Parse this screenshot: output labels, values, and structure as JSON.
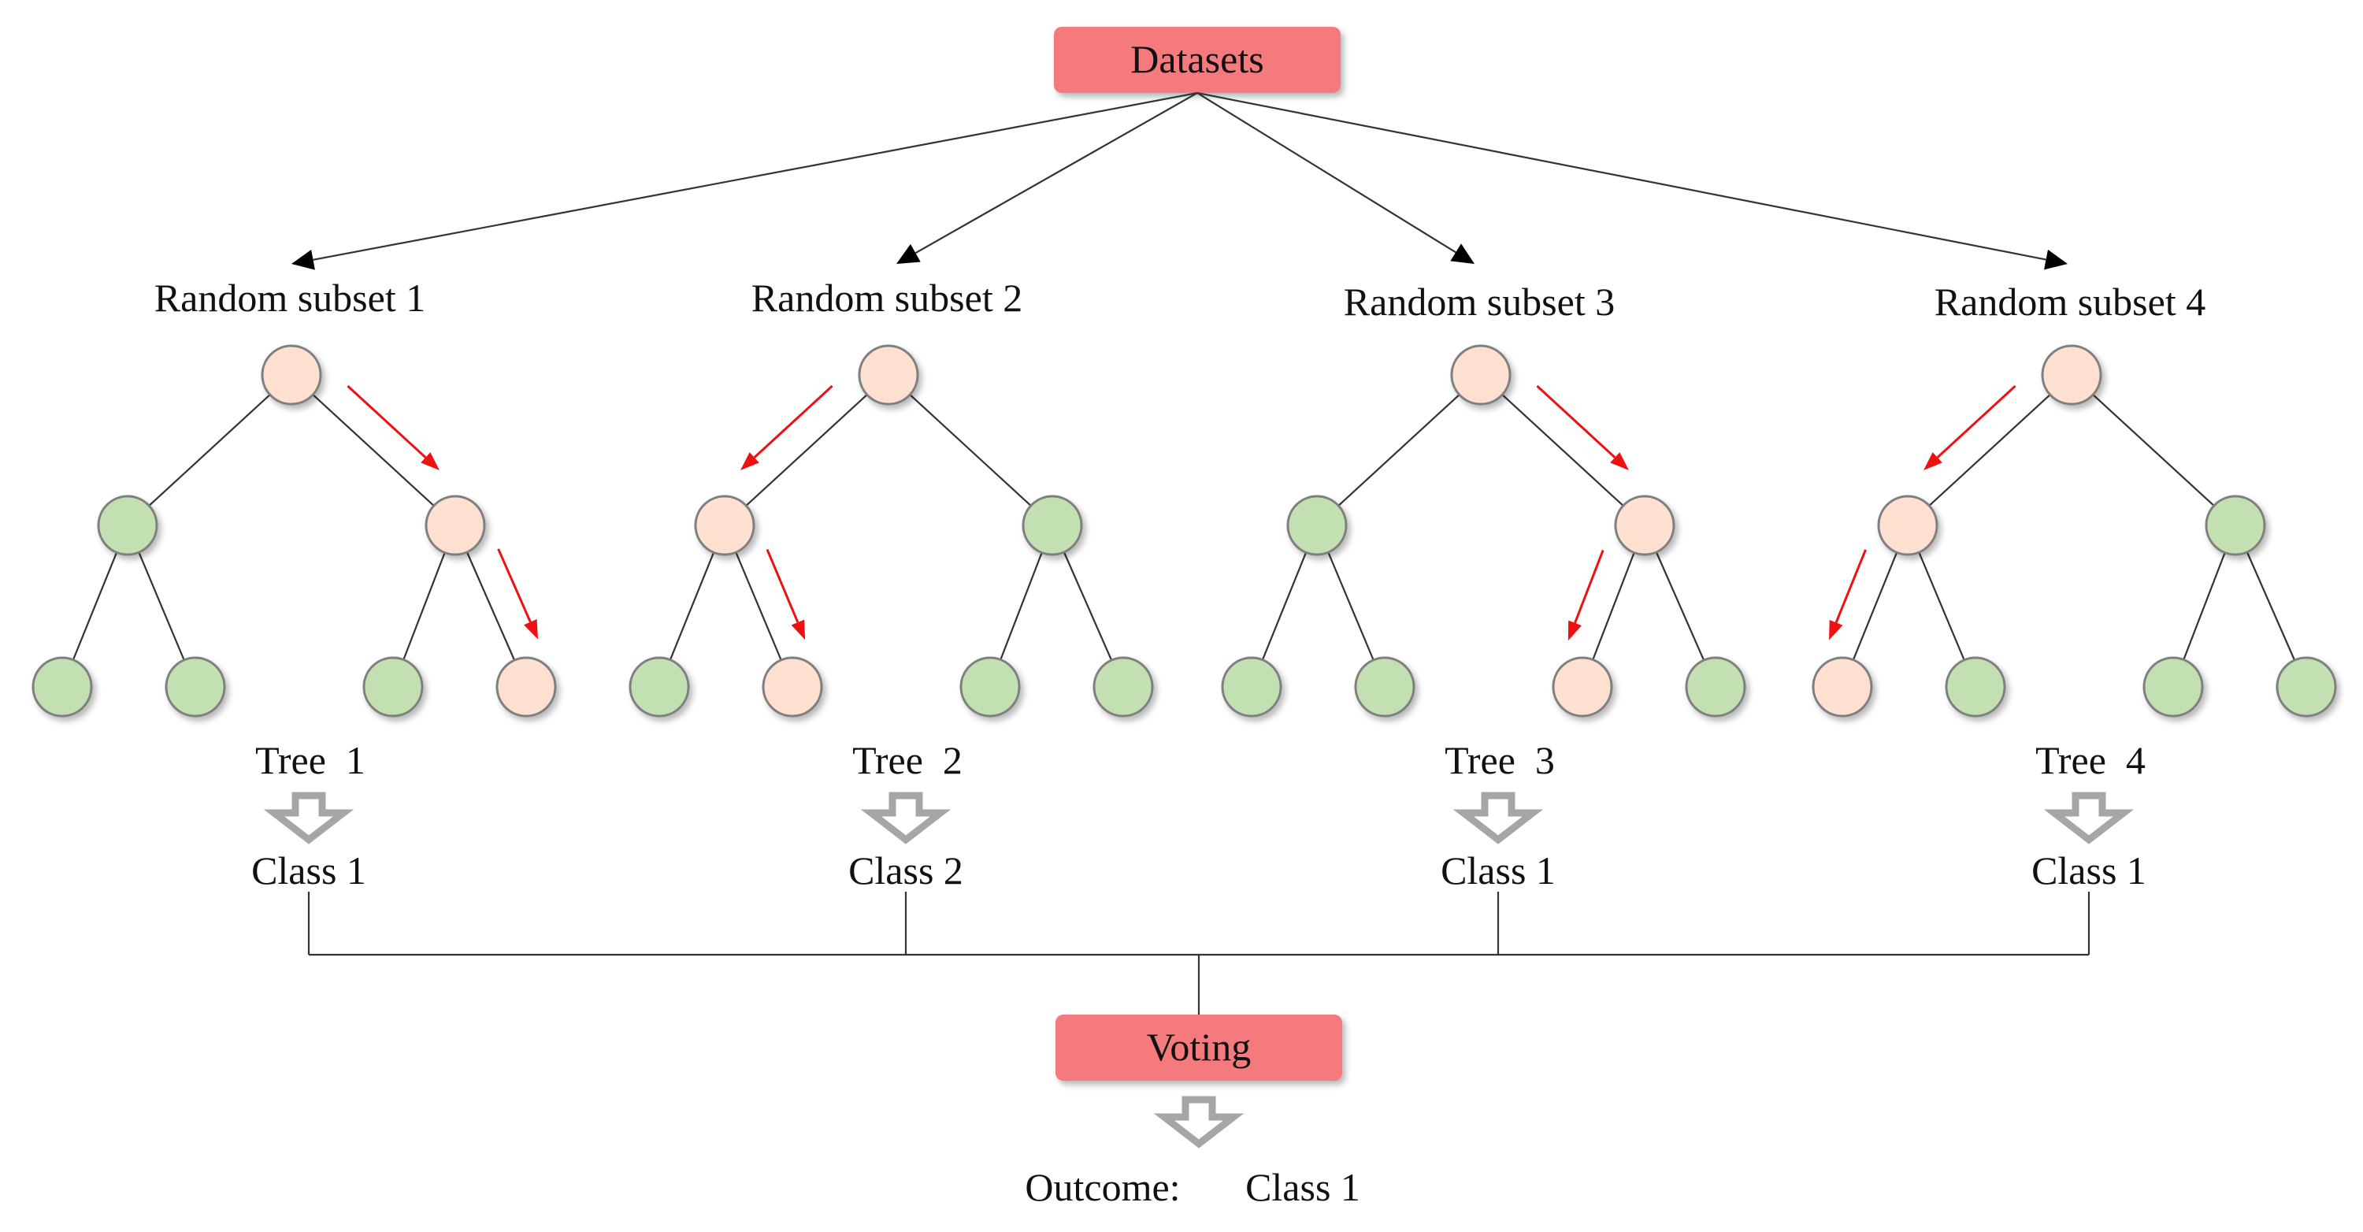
{
  "colors": {
    "pill_fill": "#f47a7e",
    "path_node": "#fde0d0",
    "other_node": "#c3e0b3",
    "red_arrow": "#ee1111",
    "hollow_arrow": "#a6a6a6"
  },
  "top_node": {
    "label": "Datasets"
  },
  "trees": [
    {
      "subset_label": "Random subset 1",
      "tree_label": "Tree  1",
      "class_label": "Class 1",
      "path": [
        "R",
        "R"
      ]
    },
    {
      "subset_label": "Random subset 2",
      "tree_label": "Tree  2",
      "class_label": "Class 2",
      "path": [
        "L",
        "R"
      ]
    },
    {
      "subset_label": "Random subset 3",
      "tree_label": "Tree  3",
      "class_label": "Class 1",
      "path": [
        "R",
        "L"
      ]
    },
    {
      "subset_label": "Random subset 4",
      "tree_label": "Tree  4",
      "class_label": "Class 1",
      "path": [
        "L",
        "L"
      ]
    }
  ],
  "voting": {
    "label": "Voting"
  },
  "outcome": {
    "label": "Outcome:",
    "value": "Class 1"
  }
}
